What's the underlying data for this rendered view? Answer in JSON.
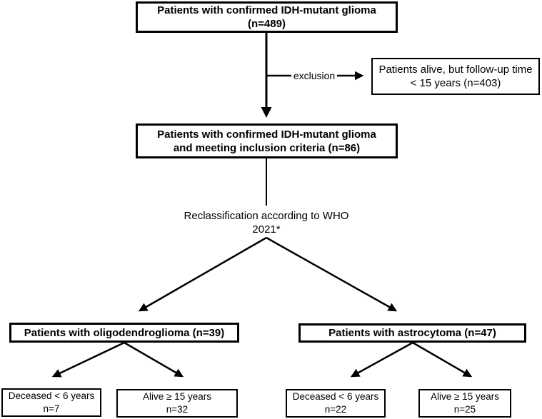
{
  "colors": {
    "line": "#000000",
    "border": "#000000",
    "background": "#ffffff",
    "text": "#000000"
  },
  "flowchart": {
    "top_box": {
      "line1": "Patients with confirmed IDH-mutant glioma",
      "line2": "(n=489)"
    },
    "exclusion_label": "exclusion",
    "exclusion_box": {
      "line1": "Patients alive, but follow-up time",
      "line2": "< 15 years (n=403)"
    },
    "inclusion_box": {
      "line1": "Patients with confirmed IDH-mutant glioma",
      "line2": "and meeting inclusion criteria (n=86)"
    },
    "reclassification_label": {
      "line1": "Reclassification according to WHO",
      "line2": "2021*"
    },
    "oligodendroglioma_box": {
      "label": "Patients with oligodendroglioma (n=39)"
    },
    "astrocytoma_box": {
      "label": "Patients with astrocytoma (n=47)"
    },
    "outcomes": [
      {
        "line1": "Deceased < 6 years",
        "line2": "n=7"
      },
      {
        "line1": "Alive ≥ 15 years",
        "line2": "n=32"
      },
      {
        "line1": "Deceased < 6 years",
        "line2": "n=22"
      },
      {
        "line1": "Alive ≥ 15 years",
        "line2": "n=25"
      }
    ]
  }
}
